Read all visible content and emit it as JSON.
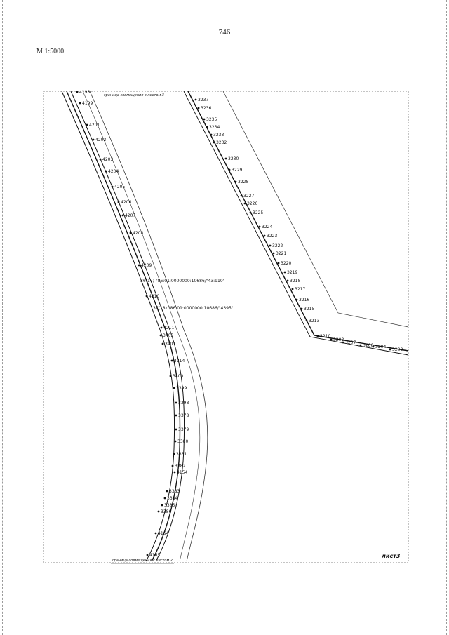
{
  "page_number": "746",
  "scale": "М 1:5000",
  "sheet_label": "лист3",
  "boundary_notes": {
    "top": "граница совмещения с листом 3",
    "bottom": "граница совмещения с листом 2"
  },
  "parcel_labels": [
    "36(17) \"86:01:0000000:10686/\"43:910\"",
    "37(18) \"86:01:0000000:10686/\"4395\""
  ],
  "left_route_points": [
    "4198",
    "4199",
    "4201",
    "4202",
    "4203",
    "4204",
    "4205",
    "4206",
    "4207",
    "4208",
    "4209",
    "4210",
    "4211",
    "3403",
    "3401",
    "4214",
    "3400",
    "3399",
    "3398",
    "3378",
    "3379",
    "3380",
    "3381",
    "3382",
    "4154",
    "3383",
    "3384",
    "3385",
    "3386",
    "4164",
    "4165"
  ],
  "right_route_points": [
    "3237",
    "3236",
    "3235",
    "3234",
    "3233",
    "3232",
    "3230",
    "3229",
    "3228",
    "3227",
    "3226",
    "3225",
    "3224",
    "3223",
    "3222",
    "3221",
    "3220",
    "3219",
    "3218",
    "3217",
    "3216",
    "3215",
    "3213",
    "3210",
    "3208",
    "3207",
    "3206",
    "3204",
    "3203"
  ],
  "colors": {
    "line": "#111111",
    "frame": "#8a8a8a",
    "edge": "#9a9a9a"
  }
}
